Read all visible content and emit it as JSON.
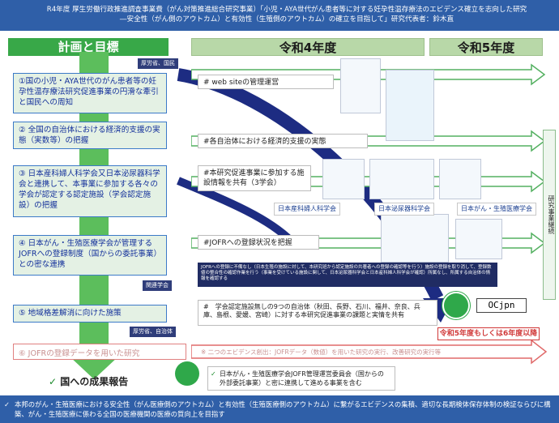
{
  "title": {
    "line1": "R4年度 厚生労働行政推進調査事業費（がん対策推進総合研究事業）「小児・AYA世代がん患者等に対する妊孕性温存療法のエビデンス確立を志向した研究",
    "line2": "―安全性（がん側のアウトカム）と有効性（生殖側のアウトカム）の確立を目指して」研究代表者：鈴木直"
  },
  "headers": {
    "plan": "計画と目標",
    "r4": "令和4年度",
    "r5": "令和5年度"
  },
  "goals": [
    {
      "text": "①国の小児・AYA世代のがん患者等の妊孕性温存療法研究促進事業の円滑な牽引と国民への周知",
      "tag": "厚労省、国民"
    },
    {
      "text": "② 全国の自治体における経済的支援の実態（実数等）の把握",
      "tag": ""
    },
    {
      "text": "③ 日本産科婦人科学会又日本泌尿器科学会と連携して、本事業に参加する各々の学会が認定する認定施設（学会認定施設）の把握",
      "tag": ""
    },
    {
      "text": "④ 日本がん・生殖医療学会が管理するJOFRへの登録制度（国からの委託事業）との密な連携",
      "tag": "関連学会"
    },
    {
      "text": "⑤ 地域格差解消に向けた施策",
      "tag": "厚労省、自治体"
    },
    {
      "text": "⑥ JOFRの登録データを用いた研究",
      "tag": ""
    }
  ],
  "r4_items": [
    "#  web siteの管理運営",
    "#各自治体における経済的支援の実態",
    "#本研究促進事業に参加する施設情報を共有（3学会）",
    "#JOFRへの登録状況を把握",
    "#　学会認定施設無しの9つの自治体（秋田、長野、石川、福井、奈良、兵庫、島根、愛媛、宮崎）に対する本研究促進事業の課題と実情を共有"
  ],
  "logos": [
    "日本産科婦人科学会",
    "日本泌尿器科学会",
    "日本がん・生殖医療学会"
  ],
  "note_text": "JOFRへの登録に不備なし（日本生殖の施設に対して、本研究班から認定施設の共著者への登録の確認等を行う）施設の登録を取り消して、登録数値の整合性の確認作業を行う（事業を受けている施設に関して、日本泌尿器科学会と日本産科婦人科学会が確認）所属なし、所属する自治体の情報を確認する",
  "side_label": "研究事業継続",
  "badge_text": "OCjpn",
  "r5_extension": "令和5年度もしくは6年度以降",
  "evidence_text": "※ 二つのエビデンス創出：JOFRデータ（数値）を用いた研究の実行、改善研究の実行等",
  "report_title": "国への成果報告",
  "committee_text": "日本がん・生殖医療学会JOFR管理運営委員会（国からの外部委託事業）と密に連携して進める事業を含む",
  "bottom_text": "本邦のがん・生殖医療における安全性（がん医療側のアウトカム）と有効性（生殖医療側のアウトカム）に繋がるエビデンスの集積、適切な長期検体保存体制の検証ならびに構築、がん・生殖医療に係わる全国の医療機関の医療の質向上を目指す",
  "colors": {
    "title_bg": "#2f5fa8",
    "green": "#38a848",
    "navy": "#2f3d7a",
    "red": "#d03838"
  }
}
